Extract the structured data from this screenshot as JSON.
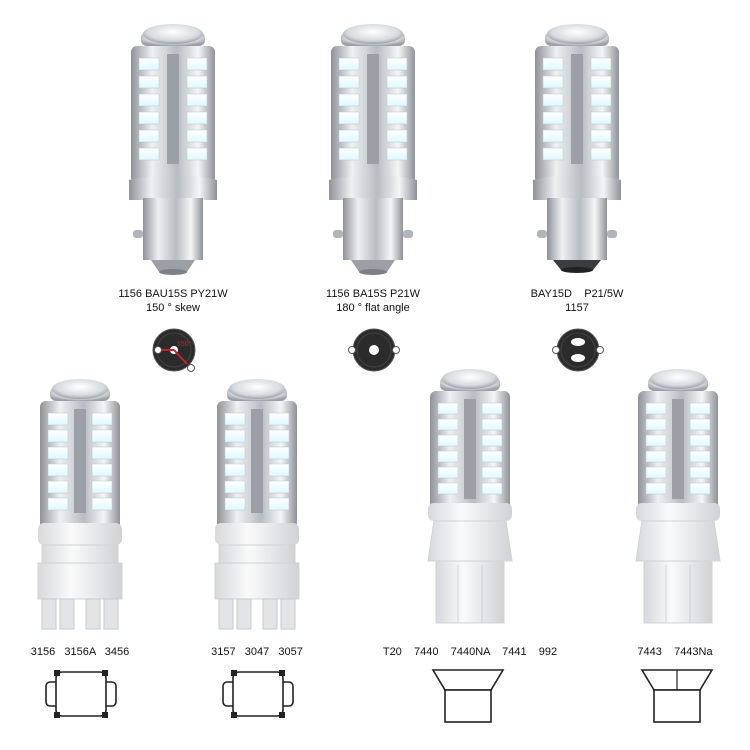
{
  "top_row": [
    {
      "line1": "1156 BAU15S PY21W",
      "line2": "150 ° skew",
      "angle_mark": "150°",
      "socket": "skew"
    },
    {
      "line1": "1156 BA15S P21W",
      "line2": "180 ° flat angle",
      "socket": "flat"
    },
    {
      "line1": "BAY15D    P21/5W",
      "line2": "1157",
      "socket": "dual"
    }
  ],
  "bottom_row": [
    {
      "label": "3156   3156A   3456",
      "socket": "wedge-3156"
    },
    {
      "label": "3157   3047   3057",
      "socket": "wedge-3157"
    },
    {
      "label": "T20    7440    7440NA    7441    992",
      "socket": "wedge-t20"
    },
    {
      "label": "7443    7443Na",
      "socket": "wedge-7443"
    }
  ],
  "colors": {
    "led_glow": "#e8fbff",
    "aluminum": "#c9cdd1",
    "socket_red": "#c0242c",
    "base_dark": "#222222"
  }
}
